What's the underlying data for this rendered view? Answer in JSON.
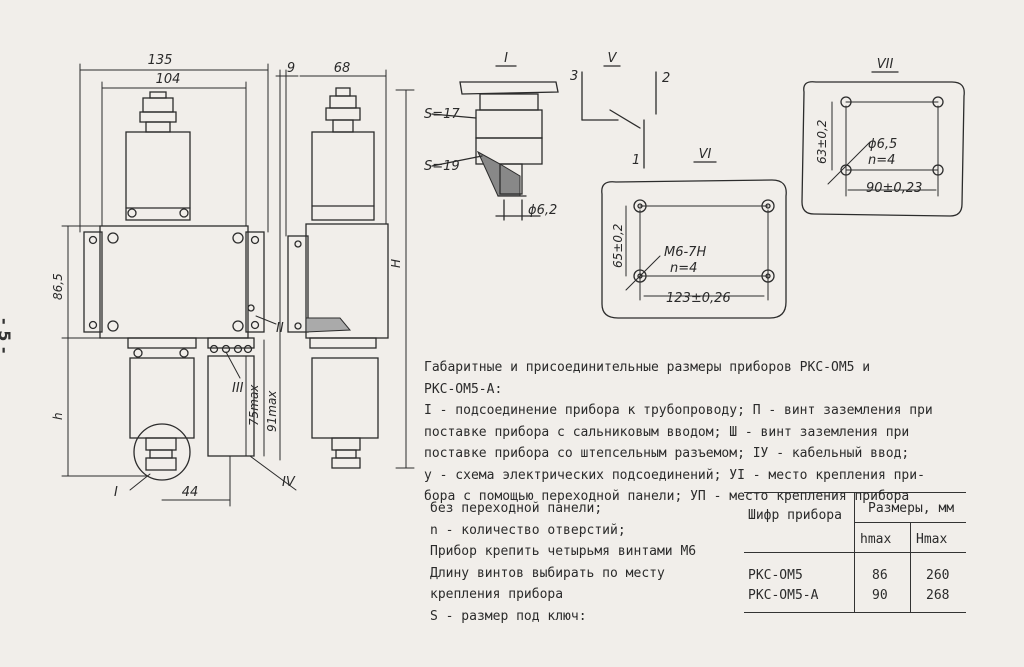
{
  "page_number": "- 5 -",
  "labels": {
    "view_1": "I",
    "view_2": "II",
    "view_3": "III",
    "view_4": "IV",
    "view_5": "V",
    "view_6": "VI",
    "view_7": "VII",
    "contact_1": "1",
    "contact_2": "2",
    "contact_3": "3"
  },
  "dimensions": {
    "d135": "135",
    "d104": "104",
    "d9": "9",
    "d68": "68",
    "d86_5": "86,5",
    "d44": "44",
    "d75max": "75max",
    "d91max": "91max",
    "h": "h",
    "H": "H",
    "s17": "S=17",
    "s19": "S=19",
    "phi6_2": "ϕ6,2",
    "d65": "65±0,2",
    "m6": "M6-7H",
    "n4a": "n=4",
    "d123": "123±0,26",
    "d63": "63±0,2",
    "phi6_5": "ϕ6,5",
    "n4b": "n=4",
    "d90": "90±0,23"
  },
  "caption": [
    "Габаритные и присоединительные размеры приборов РКС-ОМ5 и",
    "РКС-ОМ5-А:",
    "I - подсоединение прибора к трубопроводу; П - винт заземления при",
    "поставке прибора с сальниковым вводом; Ш - винт заземления при",
    "поставке прибора со штепсельным разъемом; IУ - кабельный ввод;",
    "у - схема электрических подсоединений; УI - место крепления при-",
    "бора с помощью переходной панели; УП - место крепления прибора"
  ],
  "notes": [
    "без переходной панели;",
    "n  - количество отверстий;",
    "Прибор крепить  четырьмя винтами М6",
    "Длину винтов выбирать  по месту",
    "крепления прибора",
    "S  - размер под ключ:"
  ],
  "table": {
    "col_cipher": "Шифр прибора",
    "col_sizes": "Размеры, мм",
    "col_hmax": "hmax",
    "col_Hmax": "Hmax",
    "rows": [
      {
        "name": "РКС-ОМ5",
        "h": "86",
        "H": "260"
      },
      {
        "name": "РКС-ОМ5-А",
        "h": "90",
        "H": "268"
      }
    ]
  }
}
